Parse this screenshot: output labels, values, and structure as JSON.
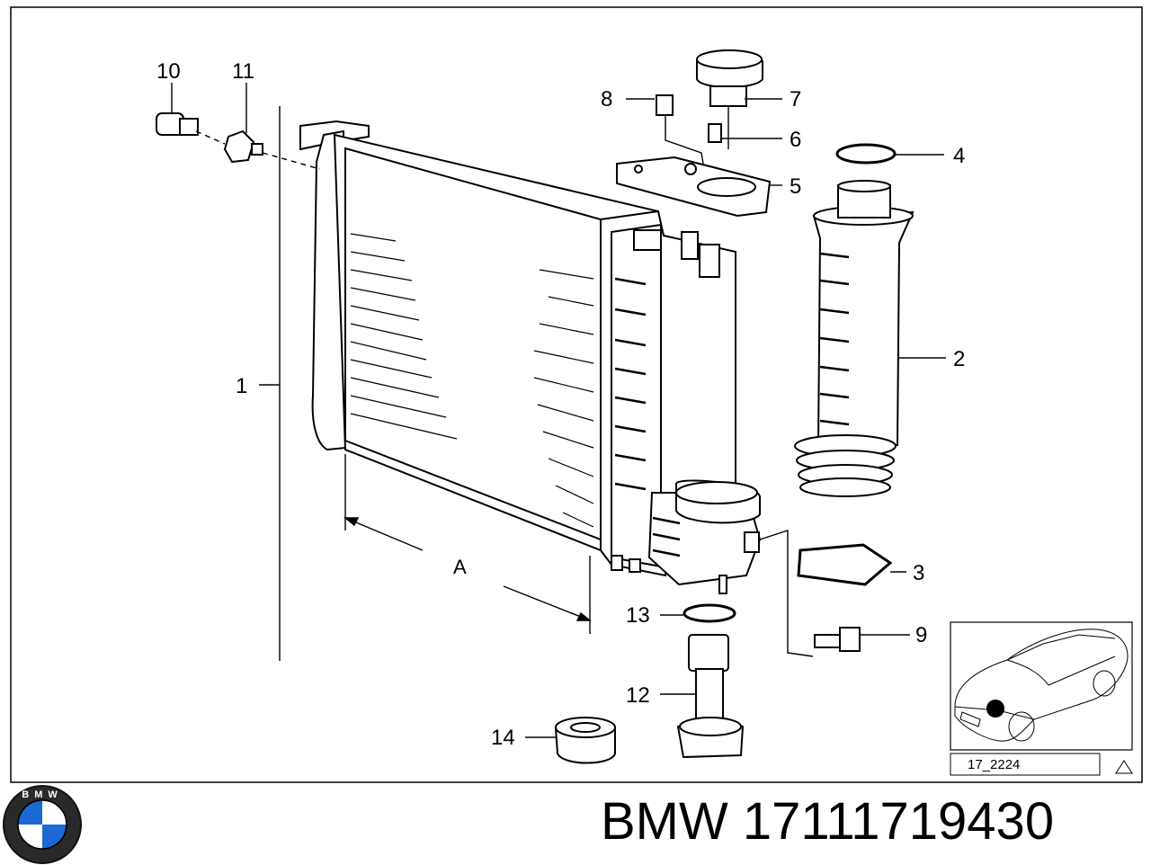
{
  "callouts": [
    "1",
    "2",
    "3",
    "4",
    "5",
    "6",
    "7",
    "8",
    "9",
    "10",
    "11",
    "12",
    "13",
    "14"
  ],
  "dimension_label": "A",
  "inset_reference": "17_2224",
  "brand": "BMW",
  "part_number": "17111719430",
  "footer_text": "BMW 17111719430",
  "logo": {
    "text": "BMW",
    "icon": "bmw-roundel-icon",
    "colors": [
      "#1c69d4",
      "#ffffff",
      "#000000"
    ]
  },
  "warning_icon": "triangle-icon"
}
